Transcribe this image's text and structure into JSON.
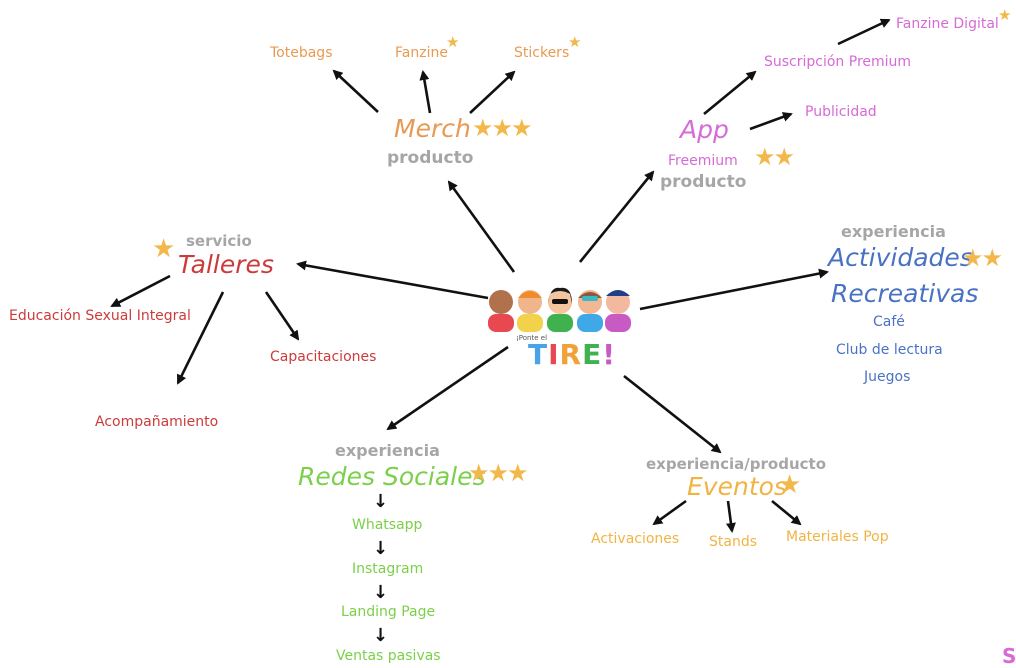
{
  "colors": {
    "merch": "#e89a52",
    "app": "#d66ad6",
    "talleres": "#cc3b3b",
    "actividades": "#4a72c4",
    "redes": "#7ccf4a",
    "eventos": "#f0b443",
    "category": "#a6a6a6",
    "star": "#f2b84b",
    "arrow": "#111111"
  },
  "center": {
    "small_text": "¡Ponte el",
    "logo_text": "TIRE!",
    "logo_letters": [
      "T",
      "I",
      "R",
      "E",
      "!"
    ]
  },
  "merch": {
    "title": "Merch",
    "stars": "★★★",
    "category": "producto",
    "items": {
      "totebags": "Totebags",
      "fanzine": "Fanzine",
      "fanzine_star": "★",
      "stickers": "Stickers",
      "stickers_star": "★"
    }
  },
  "app": {
    "title": "App",
    "subtitle": "Freemium",
    "stars": "★★",
    "category": "producto",
    "items": {
      "premium": "Suscripción Premium",
      "fanzine_digital": "Fanzine Digital",
      "fanzine_digital_star": "★",
      "publicidad": "Publicidad"
    }
  },
  "talleres": {
    "category": "servicio",
    "star": "★",
    "title": "Talleres",
    "items": {
      "educacion": "Educación Sexual Integral",
      "capacitaciones": "Capacitaciones",
      "acompanamiento": "Acompañamiento"
    }
  },
  "actividades": {
    "category": "experiencia",
    "title_line1": "Actividades",
    "stars": "★★",
    "title_line2": "Recreativas",
    "items": {
      "cafe": "Café",
      "club": "Club de lectura",
      "juegos": "Juegos"
    }
  },
  "redes": {
    "category": "experiencia",
    "title": "Redes Sociales",
    "stars": "★★★",
    "items": {
      "whatsapp": "Whatsapp",
      "instagram": "Instagram",
      "landing": "Landing Page",
      "ventas": "Ventas pasivas"
    },
    "down_arrow": "↓"
  },
  "eventos": {
    "category": "experiencia/producto",
    "title": "Eventos",
    "star": "★",
    "items": {
      "activaciones": "Activaciones",
      "stands": "Stands",
      "materiales": "Materiales Pop"
    }
  },
  "corner_fragment": "S"
}
